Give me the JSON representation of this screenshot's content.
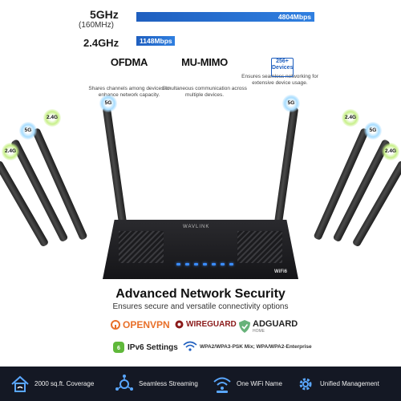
{
  "speeds": {
    "band5_label": "5GHz",
    "band5_sub": "(160MHz)",
    "band5_value": "4804Mbps",
    "band24_label": "2.4GHz",
    "band24_value": "1148Mbps"
  },
  "features": [
    {
      "title": "OFDMA",
      "desc": "Shares channels among devices to enhance network capacity."
    },
    {
      "title": "MU-MIMO",
      "desc": "Simultaneous communication across multiple devices."
    },
    {
      "title": "",
      "desc": "Ensures seamless networking for extensive device usage."
    }
  ],
  "badge_256": {
    "top": "256+",
    "bottom": "Devices"
  },
  "antennas": {
    "left_labels": [
      "2.4G",
      "5G",
      "2.4G",
      "5G"
    ],
    "right_labels": [
      "5G",
      "2.4G",
      "5G",
      "2.4G"
    ]
  },
  "router": {
    "brand": "WAVLINK",
    "wifi": "WiFi6"
  },
  "security": {
    "title": "Advanced Network Security",
    "subtitle": "Ensures secure and versatile connectivity options",
    "openvpn": "OPENVPN",
    "wireguard": "WIREGUARD",
    "adguard": "ADGUARD",
    "adguard_sub": "HOME",
    "ipv6": "IPv6 Settings",
    "wpa": "WPA2/WPA3-PSK Mix; WPA/WPA2-Enterprise"
  },
  "footer": [
    {
      "label": "2000 sq.ft. Coverage",
      "icon": "coverage-icon"
    },
    {
      "label": "Seamless Streaming",
      "icon": "streaming-icon"
    },
    {
      "label": "One WiFi Name",
      "icon": "wifi-icon"
    },
    {
      "label": "Unified Management",
      "icon": "gear-icon"
    }
  ]
}
